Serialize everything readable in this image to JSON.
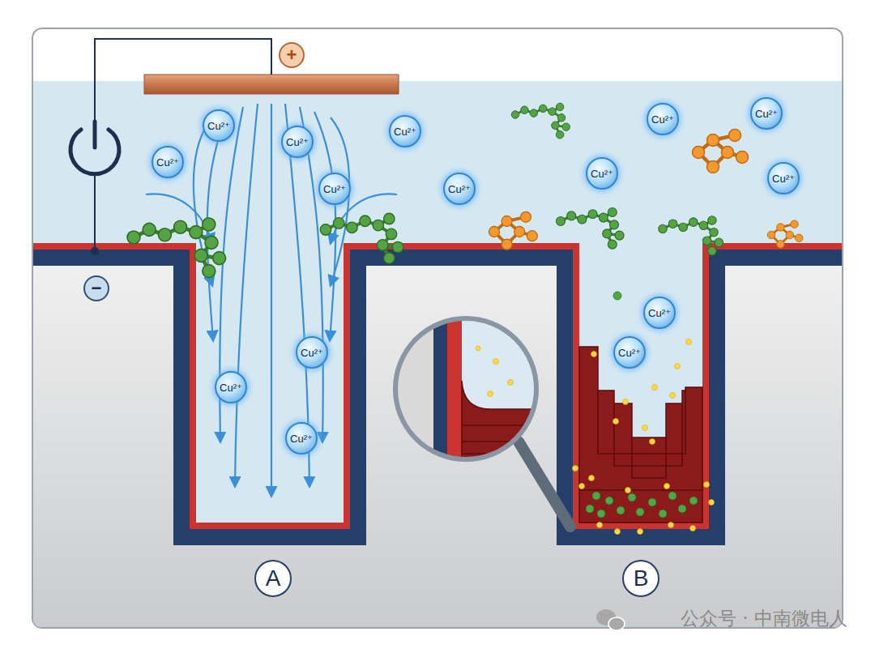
{
  "diagram": {
    "nodes": [
      {
        "text": [
          "+"
        ]
      },
      {
        "text": [
          "Cu²⁺"
        ]
      },
      {
        "text": [
          "Cu²⁺"
        ]
      },
      {
        "text": [
          "Cu²⁺"
        ]
      },
      {
        "text": [
          "Cu²⁺"
        ]
      },
      {
        "text": [
          "Cu²⁺"
        ]
      },
      {
        "text": [
          "Cu²⁺"
        ]
      },
      {
        "text": [
          "Cu²⁺"
        ]
      },
      {
        "text": [
          "Cu²⁺"
        ]
      },
      {
        "text": [
          "Cu²⁺"
        ]
      },
      {
        "text": [
          "Cu²⁺"
        ]
      },
      {
        "text": [
          "−"
        ]
      },
      {
        "text": [
          "Cu²⁺"
        ]
      },
      {
        "text": [
          "Cu²⁺"
        ]
      },
      {
        "text": [
          "Cu²⁺"
        ]
      },
      {
        "text": [
          "Cu²⁺"
        ]
      },
      {
        "text": [
          "Cu²⁺"
        ]
      },
      {
        "text": [
          "A"
        ]
      },
      {
        "text": [
          "B"
        ]
      }
    ],
    "labels": [
      "公众号 · 中南微电人"
    ]
  }
}
